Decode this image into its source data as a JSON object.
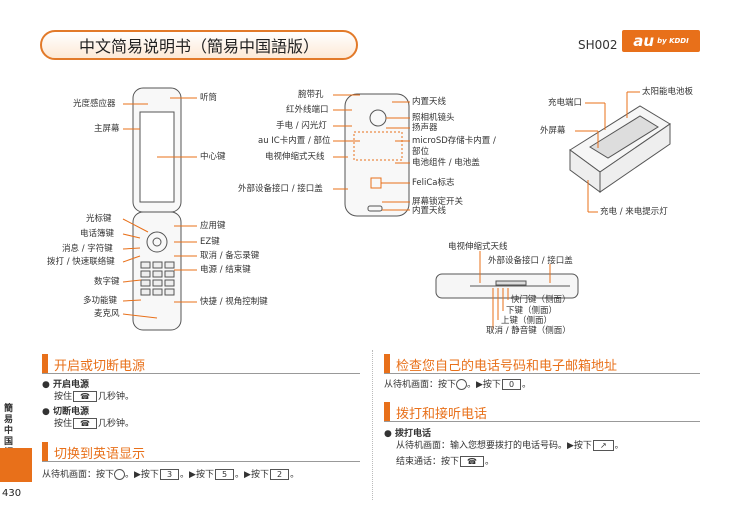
{
  "header": {
    "title": "中文简易说明书（簡易中国語版）",
    "model": "SH002",
    "brand": "au",
    "brand_sub": "by KDDI"
  },
  "phone_front_labels": {
    "light_sensor": "光度感应器",
    "earpiece": "听筒",
    "main_screen": "主屏幕",
    "center_key": "中心键",
    "cursor_key": "光标键",
    "phonebook_key": "电话簿键",
    "message_key": "消息 / 字符键",
    "dial_key": "拨打 / 快速联络键",
    "number_key": "数字键",
    "multi_key": "多功能键",
    "microphone": "麦克风",
    "app_key": "应用键",
    "ez_key": "EZ键",
    "cancel_key": "取消 / 备忘录键",
    "power_key": "电源 / 结束键",
    "shortcut_key": "快捷 / 视角控制键"
  },
  "phone_back_labels": {
    "strap_hole": "腕带孔",
    "ir_port": "红外线端口",
    "flash": "手电 / 闪光灯",
    "ic_card": "au IC卡内置 / 部位",
    "tv_antenna": "电视伸缩式天线",
    "ext_port": "外部设备接口 / 接口盖",
    "antenna_top": "内置天线",
    "camera": "照相机镜头",
    "speaker": "扬声器",
    "microsd": "microSD存储卡内置 /",
    "microsd2": "部位",
    "battery": "电池组件 / 电池盖",
    "felica": "FeliCa标志",
    "screen_lock": "屏幕锁定开关",
    "antenna_bottom": "内置天线"
  },
  "phone_closed_labels": {
    "charge_port": "充电端口",
    "solar_panel": "太阳能电池板",
    "outer_screen": "外屏幕",
    "charge_led": "充电 / 来电提示灯"
  },
  "phone_side_labels": {
    "tv_antenna": "电视伸缩式天线",
    "ext_port": "外部设备接口 / 接口盖",
    "shutter_key": "快门键（侧面）",
    "down_key": "下键（侧面）",
    "up_key": "上键（侧面）",
    "cancel_silent": "取消 / 静音键（侧面）"
  },
  "sections": {
    "power": {
      "title": "开启或切断电源",
      "on_title": "开启电源",
      "on_text": "按住",
      "on_suffix": "几秒钟。",
      "off_title": "切断电源",
      "off_text": "按住",
      "off_suffix": "几秒钟。",
      "key_label": "☎"
    },
    "english": {
      "title": "切换到英语显示",
      "text_prefix": "从待机画面：按下",
      "sep1": "。▶按下",
      "k1": "3",
      "sep2": "。▶按下",
      "k2": "5",
      "sep3": "。▶按下",
      "k3": "2",
      "end": "。"
    },
    "check": {
      "title": "检查您自己的电话号码和电子邮箱地址",
      "text_prefix": "从待机画面：按下",
      "sep": "。▶按下",
      "k": "0",
      "end": "。"
    },
    "call": {
      "title": "拨打和接听电话",
      "sub": "拨打电话",
      "line1": "从待机画面：输入您想要拨打的电话号码。▶按下",
      "line1_end": "。",
      "line2": "结束通话：按下",
      "line2_end": "。",
      "call_key": "↗",
      "end_key": "☎"
    }
  },
  "sidebar": {
    "text": "簡易中国語",
    "page": "430"
  },
  "colors": {
    "accent": "#e8701a"
  }
}
